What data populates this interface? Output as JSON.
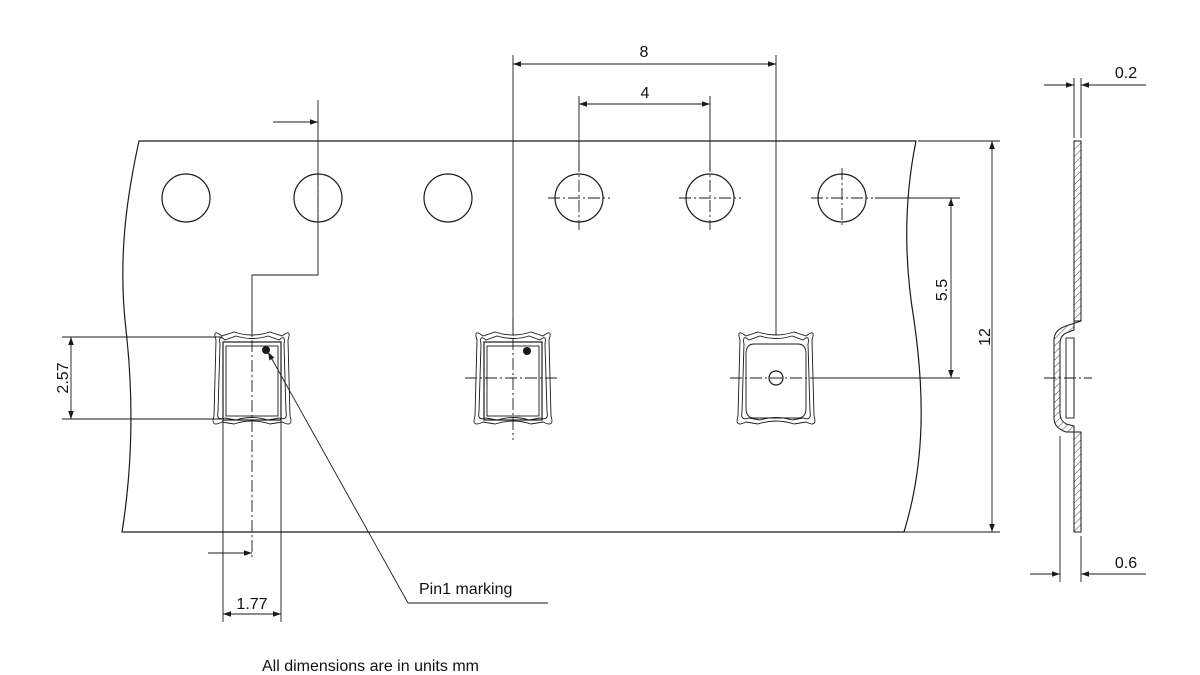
{
  "drawing": {
    "dimensions": {
      "pitch_sprocket": "8",
      "pitch_sprocket_half": "4",
      "hole_to_pocket": "5.5",
      "tape_width": "12",
      "tape_thickness": "0.2",
      "pocket_depth": "0.6",
      "pocket_height": "2.57",
      "pocket_width": "1.77"
    },
    "callout": "Pin1 marking",
    "footnote": "All dimensions are in units mm"
  }
}
